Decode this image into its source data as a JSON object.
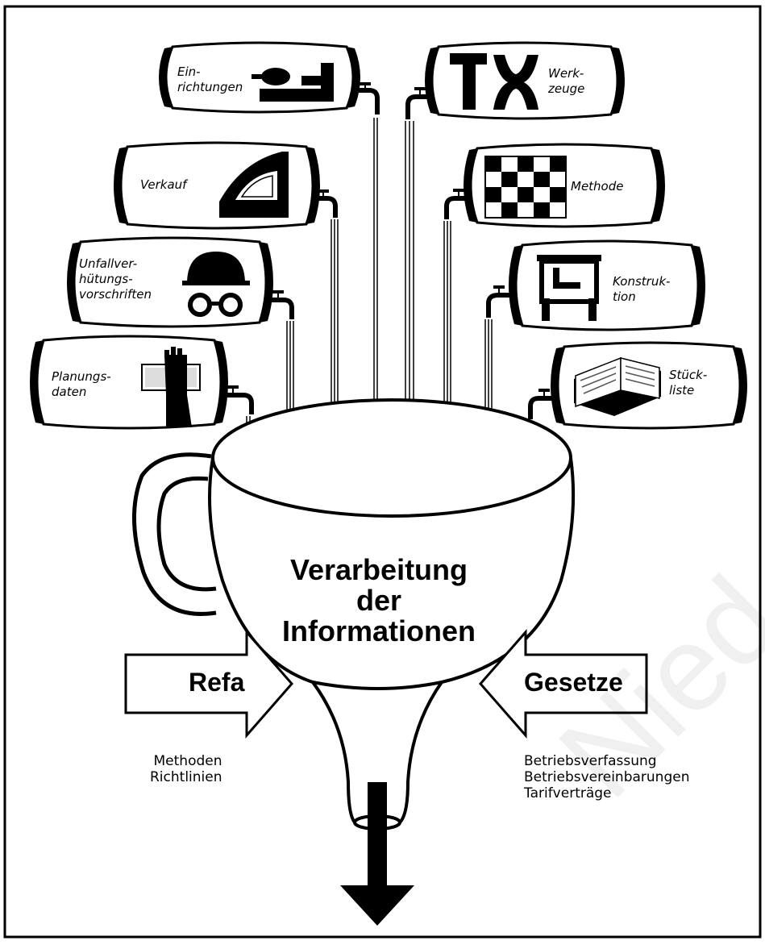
{
  "containers": {
    "einrichtungen": "Ein-\nrichtungen",
    "werkzeuge": "Werk-\nzeuge",
    "verkauf": "Verkauf",
    "methode": "Methode",
    "unfall": "Unfallver-\nhütungs-\nvorschriften",
    "konstruktion": "Konstruk-\ntion",
    "planung": "Planungs-\ndaten",
    "stueckliste": "Stück-\nliste"
  },
  "funnel": {
    "title_lines": [
      "Verarbeitung",
      "der",
      "Informationen"
    ]
  },
  "left_arrow": {
    "label": "Refa",
    "sub": [
      "Methoden",
      "Richtlinien"
    ]
  },
  "right_arrow": {
    "label": "Gesetze",
    "sub": [
      "Betriebsverfassung",
      "Betriebsvereinbarungen",
      "Tarifverträge"
    ]
  },
  "watermark": "Nied"
}
